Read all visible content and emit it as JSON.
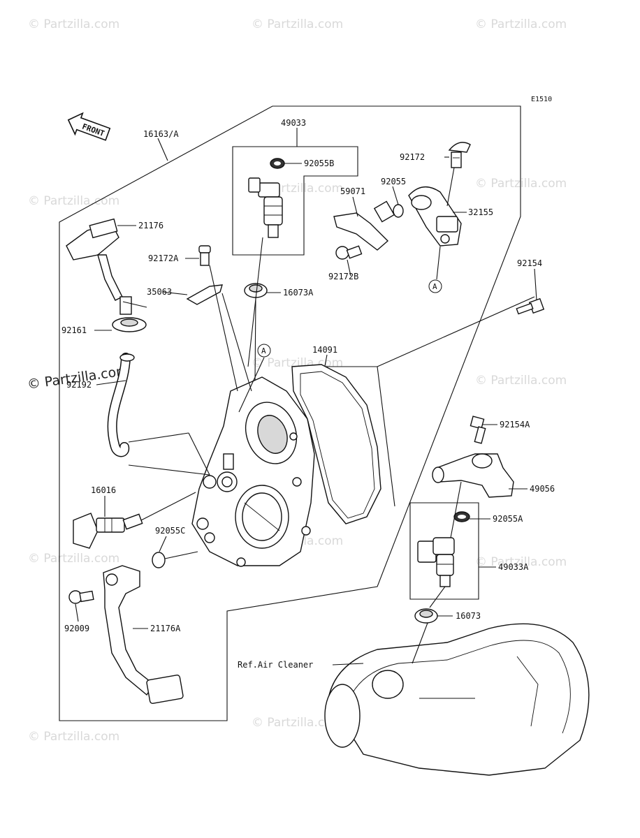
{
  "diagram_code": "E1510",
  "front_label": "FRONT",
  "ref_air_cleaner": "Ref.Air Cleaner",
  "callout_a_left": "A",
  "callout_a_right": "A",
  "watermark": "© Partzilla.com",
  "watermark_center": "© Partzilla.com",
  "parts": [
    "16163/A",
    "49033",
    "92055B",
    "92172",
    "92055",
    "59071",
    "32155",
    "21176",
    "92172A",
    "92172B",
    "35063",
    "16073A",
    "92154",
    "92161",
    "14091",
    "92192",
    "92154A",
    "49056",
    "16016",
    "92055C",
    "92055A",
    "49033A",
    "16073",
    "92009",
    "21176A"
  ]
}
